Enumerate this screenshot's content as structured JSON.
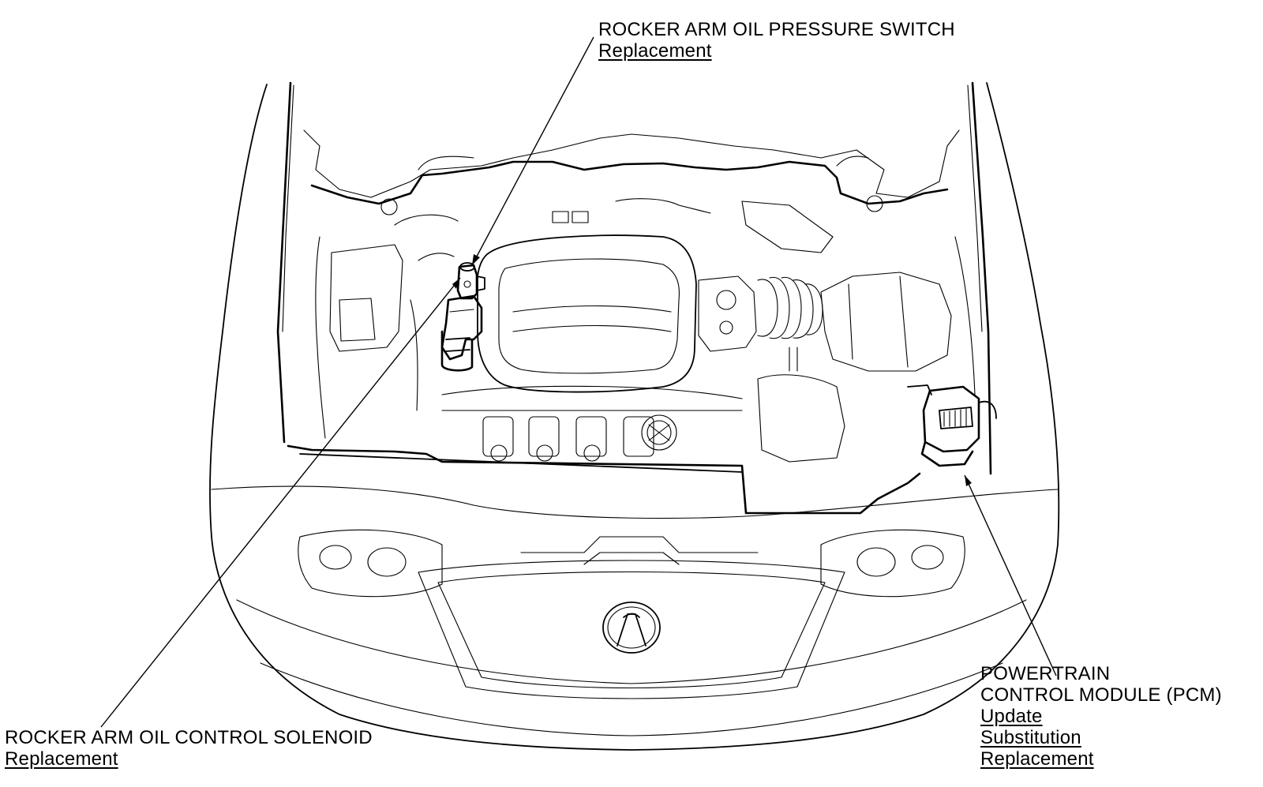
{
  "callouts": {
    "oil_pressure_switch": {
      "title": "ROCKER ARM OIL PRESSURE SWITCH",
      "links": [
        "Replacement"
      ]
    },
    "oil_control_solenoid": {
      "title": "ROCKER ARM OIL CONTROL SOLENOID",
      "links": [
        "Replacement"
      ]
    },
    "pcm": {
      "title_line1": "POWERTRAIN",
      "title_line2": "CONTROL MODULE (PCM)",
      "links": [
        "Update",
        "Substitution",
        "Replacement"
      ]
    }
  }
}
